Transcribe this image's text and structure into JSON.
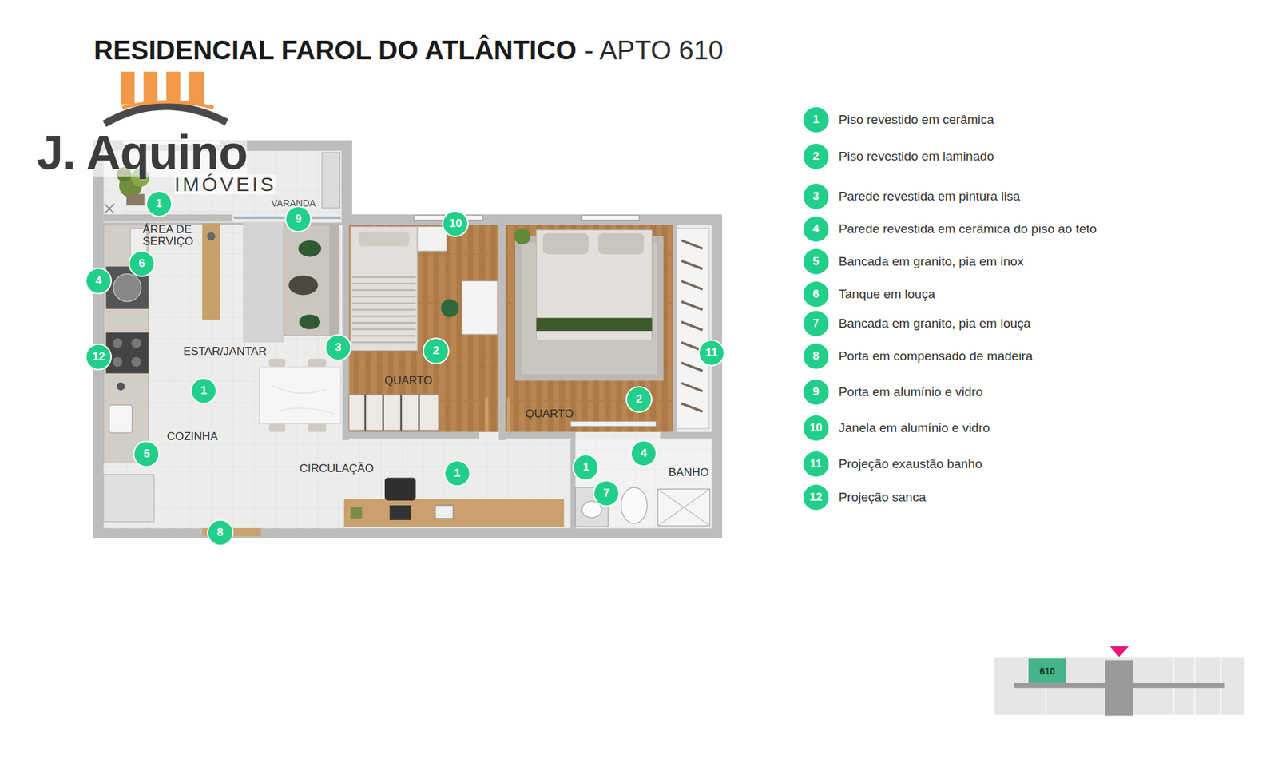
{
  "diagram": {
    "title": "RESIDENCIAL FAROL DO ATLÂNTICO",
    "labels": [
      "- APTO 610",
      "J. Aquino",
      "IMÓVEIS",
      "VARANDA",
      "1",
      "ÁREA DE SERVIÇO",
      "9",
      "10",
      "6",
      "4",
      "3",
      "2",
      "12",
      "11",
      "ESTAR/JANTAR",
      "1",
      "QUARTO",
      "QUARTO",
      "2",
      "COZINHA",
      "5",
      "4",
      "1",
      "BANHO",
      "CIRCULAÇÃO",
      "1",
      "7",
      "8",
      "1",
      "2",
      "3",
      "4",
      "5",
      "6",
      "7",
      "8",
      "9",
      "10",
      "11",
      "12",
      "610"
    ],
    "legend": [
      {
        "text": "Piso revestido em cerâmica",
        "color": "#22cf8a"
      },
      {
        "text": "Piso revestido em laminado",
        "color": "#22cf8a"
      },
      {
        "text": "Parede revestida em pintura lisa",
        "color": "#22cf8a"
      },
      {
        "text": "Parede revestida em cerâmica do piso ao teto",
        "color": "#22cf8a"
      },
      {
        "text": "Bancada em granito, pia em inox",
        "color": "#22cf8a"
      },
      {
        "text": "Tanque em louça",
        "color": "#22cf8a"
      },
      {
        "text": "Bancada em granito, pia em louça",
        "color": "#22cf8a"
      },
      {
        "text": "Porta em compensado de madeira",
        "color": "#22cf8a"
      },
      {
        "text": "Porta em alumínio e vidro",
        "color": "#22cf8a"
      },
      {
        "text": "Janela em alumínio e vidro",
        "color": "#22cf8a"
      },
      {
        "text": "Projeção exaustão banho",
        "color": "#22cf8a"
      },
      {
        "text": "Projeção sanca",
        "color": "#22cf8a"
      }
    ]
  }
}
